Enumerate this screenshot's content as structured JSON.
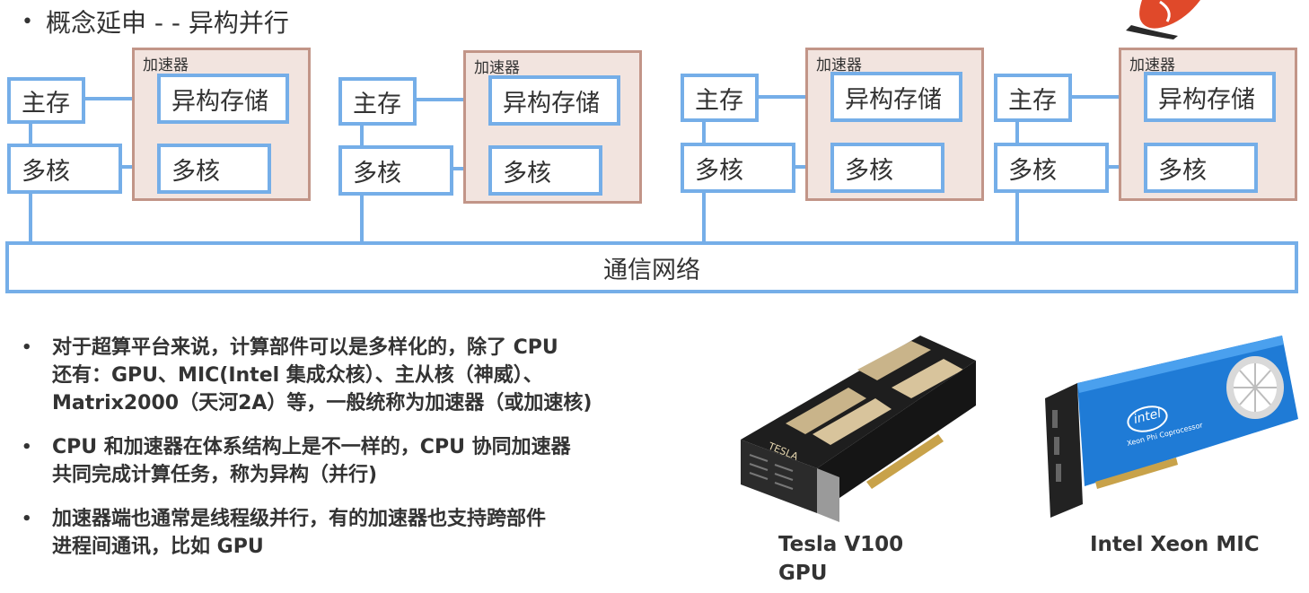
{
  "title": "概念延申 - - 异构并行",
  "diagram": {
    "accelerator_label": "加速器",
    "main_memory": "主存",
    "hetero_storage": "异构存储",
    "multicore": "多核",
    "network": "通信网络"
  },
  "bullets": [
    "对于超算平台来说，计算部件可以是多样化的，除了 CPU\n还有：GPU、MIC(Intel 集成众核）、主从核（神威）、\nMatrix2000（天河2A）等，一般统称为加速器（或加速核)",
    "CPU 和加速器在体系结构上是不一样的，CPU 协同加速器\n共同完成计算任务，称为异构（并行)",
    "加速器端也通常是线程级并行，有的加速器也支持跨部件\n进程间通讯，比如 GPU"
  ],
  "images": {
    "tesla": {
      "card_text": "TESLA",
      "caption": "Tesla V100\nGPU"
    },
    "intel": {
      "logo_text": "intel",
      "card_text": "Xeon Phi Coprocessor",
      "caption": "Intel Xeon MIC"
    }
  },
  "colors": {
    "box_border": "#75aee8",
    "accelerator_fill": "#f2e4df",
    "accelerator_border": "#c29588",
    "intel_blue": "#1f7bd6"
  }
}
